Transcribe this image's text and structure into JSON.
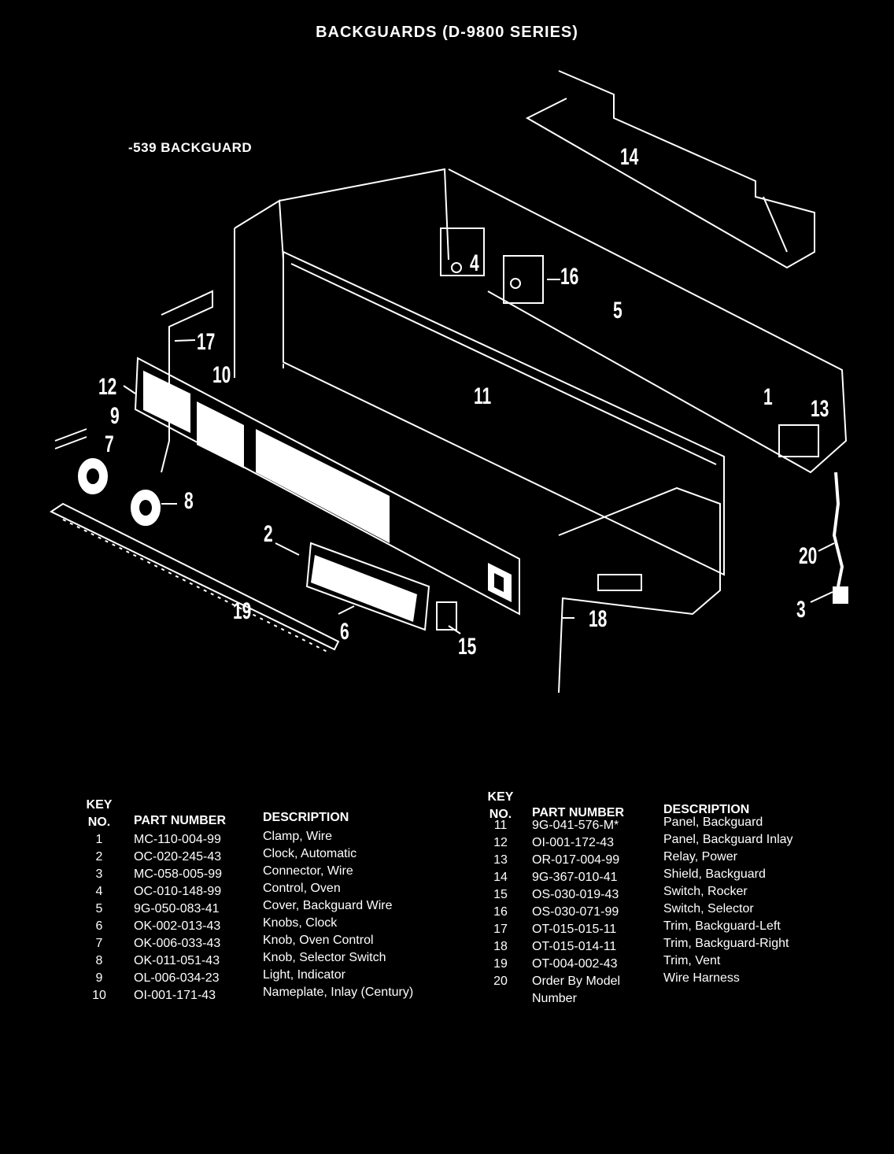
{
  "title": "BACKGUARDS (D-9800 SERIES)",
  "subtitle": "-539 BACKGUARD",
  "callouts": [
    "14",
    "4",
    "16",
    "5",
    "17",
    "10",
    "11",
    "12",
    "9",
    "7",
    "8",
    "1",
    "13",
    "2",
    "20",
    "19",
    "6",
    "18",
    "15",
    "3"
  ],
  "table_left": {
    "header": {
      "key_line1": "KEY",
      "key_line2": "NO.",
      "part": "PART NUMBER",
      "desc": "DESCRIPTION"
    },
    "rows": [
      {
        "key": "1",
        "part": "MC-110-004-99",
        "desc": "Clamp, Wire"
      },
      {
        "key": "2",
        "part": "OC-020-245-43",
        "desc": "Clock, Automatic"
      },
      {
        "key": "3",
        "part": "MC-058-005-99",
        "desc": "Connector, Wire"
      },
      {
        "key": "4",
        "part": "OC-010-148-99",
        "desc": "Control, Oven"
      },
      {
        "key": "5",
        "part": "9G-050-083-41",
        "desc": "Cover, Backguard Wire"
      },
      {
        "key": "6",
        "part": "OK-002-013-43",
        "desc": "Knobs, Clock"
      },
      {
        "key": "7",
        "part": "OK-006-033-43",
        "desc": "Knob, Oven Control"
      },
      {
        "key": "8",
        "part": "OK-011-051-43",
        "desc": "Knob, Selector Switch"
      },
      {
        "key": "9",
        "part": "OL-006-034-23",
        "desc": "Light, Indicator"
      },
      {
        "key": "10",
        "part": "OI-001-171-43",
        "desc": "Nameplate, Inlay (Century)"
      }
    ]
  },
  "table_right": {
    "header": {
      "key_line1": "KEY",
      "key_line2": "NO.",
      "part": "PART NUMBER",
      "desc": "DESCRIPTION"
    },
    "rows": [
      {
        "key": "11",
        "part": "9G-041-576-M*",
        "desc": "Panel, Backguard"
      },
      {
        "key": "12",
        "part": "OI-001-172-43",
        "desc": "Panel, Backguard Inlay"
      },
      {
        "key": "13",
        "part": "OR-017-004-99",
        "desc": "Relay, Power"
      },
      {
        "key": "14",
        "part": "9G-367-010-41",
        "desc": "Shield, Backguard"
      },
      {
        "key": "15",
        "part": "OS-030-019-43",
        "desc": "Switch, Rocker"
      },
      {
        "key": "16",
        "part": "OS-030-071-99",
        "desc": "Switch, Selector"
      },
      {
        "key": "17",
        "part": "OT-015-015-11",
        "desc": "Trim, Backguard-Left"
      },
      {
        "key": "18",
        "part": "OT-015-014-11",
        "desc": "Trim, Backguard-Right"
      },
      {
        "key": "19",
        "part": "OT-004-002-43",
        "desc": "Trim, Vent"
      },
      {
        "key": "20",
        "part": "Order By Model",
        "part2": "Number",
        "desc": "Wire Harness"
      }
    ]
  }
}
